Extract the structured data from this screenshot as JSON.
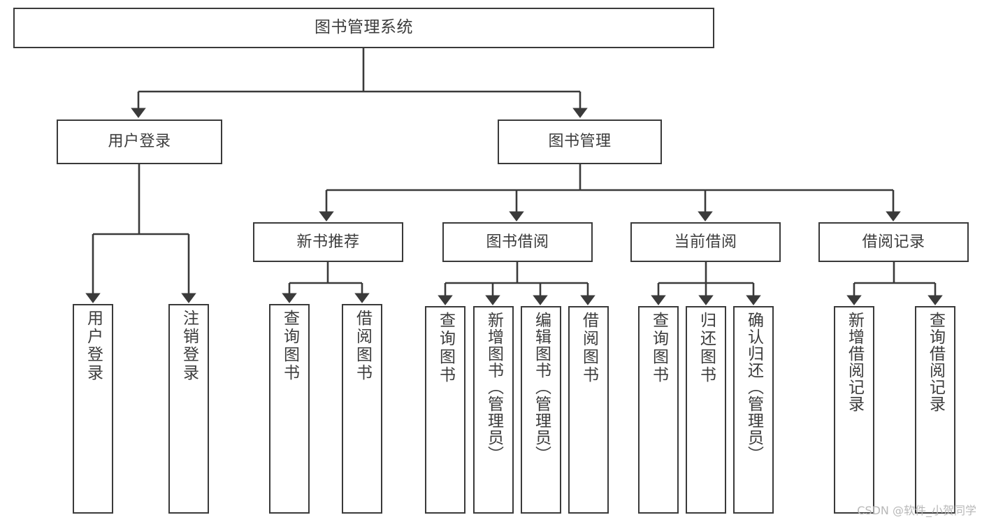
{
  "diagram": {
    "type": "tree-hierarchy",
    "title": "图书管理系统",
    "watermark": "CSDN @软件_小贺同学",
    "colors": {
      "box_border": "#3a3a3a",
      "box_fill": "#ffffff",
      "text": "#3c3c3c",
      "edge": "#3a3a3a",
      "background": "#ffffff",
      "watermark": "#b8b8b8"
    },
    "root": {
      "label": "图书管理系统"
    },
    "level1": [
      {
        "label": "用户登录"
      },
      {
        "label": "图书管理"
      }
    ],
    "level2": [
      {
        "label": "新书推荐"
      },
      {
        "label": "图书借阅"
      },
      {
        "label": "当前借阅"
      },
      {
        "label": "借阅记录"
      }
    ],
    "leaves": {
      "user_login": [
        {
          "label": "用户登录"
        },
        {
          "label": "注销登录"
        }
      ],
      "new_book_recommend": [
        {
          "label": "查询图书"
        },
        {
          "label": "借阅图书"
        }
      ],
      "book_borrow": [
        {
          "label": "查询图书"
        },
        {
          "label": "新增图书（管理员）"
        },
        {
          "label": "编辑图书（管理员）"
        },
        {
          "label": "借阅图书"
        }
      ],
      "current_borrow": [
        {
          "label": "查询图书"
        },
        {
          "label": "归还图书"
        },
        {
          "label": "确认归还（管理员）"
        }
      ],
      "borrow_record": [
        {
          "label": "新增借阅记录"
        },
        {
          "label": "查询借阅记录"
        }
      ]
    }
  }
}
